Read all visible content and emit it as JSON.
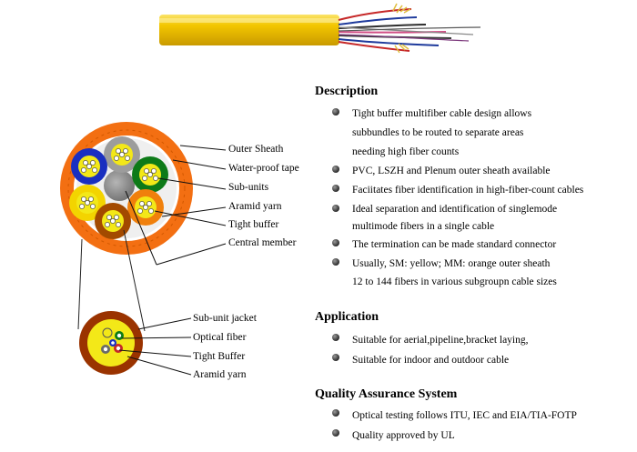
{
  "diagram": {
    "main_labels": [
      "Outer Sheath",
      "Water-proof tape",
      "Sub-units",
      "Aramid yarn",
      "Tight buffer",
      "Central member"
    ],
    "subunit_labels": [
      "Sub-unit jacket",
      "Optical fiber",
      "Tight Buffer",
      "Aramid yarn"
    ],
    "colors": {
      "cable_jacket": "#f2c200",
      "outer_sheath": "#f36f12",
      "subunit_jacket": "#9a3300",
      "central_member": "#8c8c8c",
      "subunit_rings": [
        "#9c9c9c",
        "#0d7a18",
        "#f0800c",
        "#a34a00",
        "#f3d400",
        "#1a2fc0"
      ],
      "fiber_core": "#f3e818"
    }
  },
  "description": {
    "heading": "Description",
    "items": [
      [
        "Tight buffer multifiber cable design allows",
        "subbundles to be routed to separate areas",
        "needing high fiber counts"
      ],
      [
        "PVC, LSZH and Plenum outer sheath available"
      ],
      [
        "Faciitates fiber identification in high-fiber-count cables"
      ],
      [
        "Ideal separation and identification of singlemode",
        "multimode fibers in a single cable"
      ],
      [
        "The termination can be made standard connector"
      ],
      [
        "Usually, SM: yellow; MM: orange outer sheath",
        "12 to 144 fibers in various subgroupn cable sizes"
      ]
    ]
  },
  "application": {
    "heading": "Application",
    "items": [
      [
        "Suitable for aerial,pipeline,bracket laying,"
      ],
      [
        "Suitable for indoor and outdoor cable"
      ]
    ]
  },
  "quality": {
    "heading": "Quality Assurance System",
    "items": [
      [
        "Optical testing follows ITU, IEC and EIA/TIA-FOTP"
      ],
      [
        "Quality approved by UL"
      ]
    ]
  }
}
